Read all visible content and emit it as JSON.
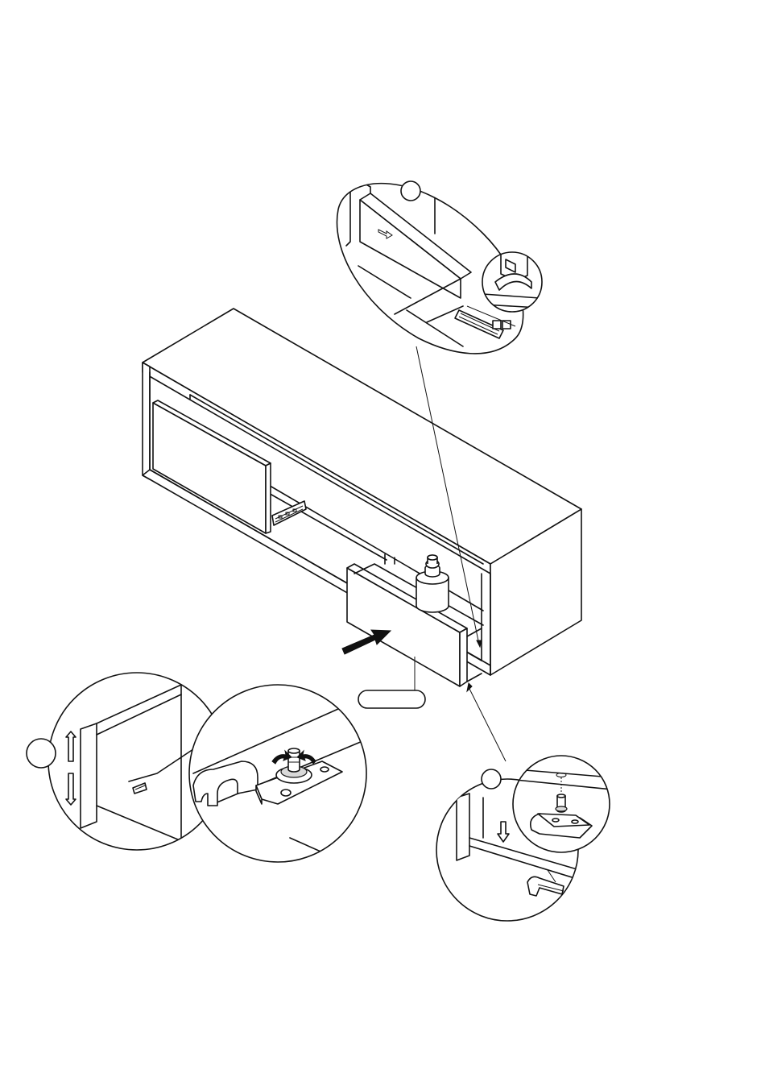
{
  "diagram": {
    "main_illustration": "tv-cabinet-drawer-insertion",
    "step_markers": [
      {
        "id": "A",
        "label": ""
      },
      {
        "id": "B",
        "label": ""
      },
      {
        "id": "C",
        "label": ""
      }
    ],
    "part_callout": {
      "label": ""
    },
    "icons": {
      "push_arrow": "push-arrow-icon",
      "weight": "weight-icon",
      "rotate": "rotate-icon",
      "up_down": "up-down-arrow-icon"
    }
  }
}
